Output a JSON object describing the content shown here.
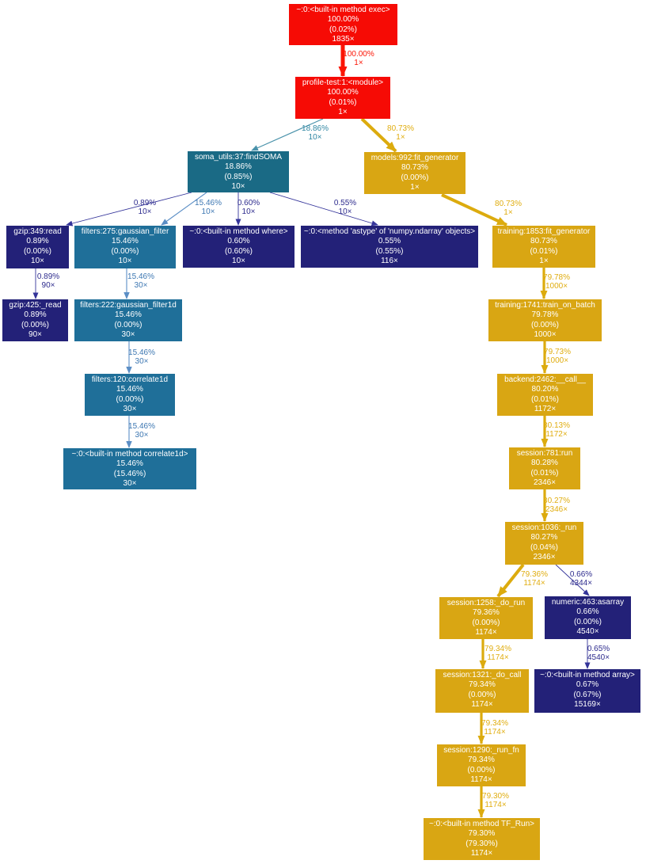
{
  "diagram_type": "profiler-call-graph",
  "colors": {
    "hot_red": "#f60b05",
    "gold": "#d9a613",
    "teal": "#1a6a85",
    "steel_blue": "#1f6f99",
    "navy": "#232178",
    "background": "#ffffff"
  },
  "nodes": [
    {
      "id": "exec",
      "name": "~:0:<built-in method exec>",
      "total": "100.00%",
      "self": "(0.02%)",
      "calls": "1835×"
    },
    {
      "id": "module",
      "name": "profile-test:1:<module>",
      "total": "100.00%",
      "self": "(0.01%)",
      "calls": "1×"
    },
    {
      "id": "findsoma",
      "name": "soma_utils:37:findSOMA",
      "total": "18.86%",
      "self": "(0.85%)",
      "calls": "10×"
    },
    {
      "id": "models992",
      "name": "models:992:fit_generator",
      "total": "80.73%",
      "self": "(0.00%)",
      "calls": "1×"
    },
    {
      "id": "gzip349",
      "name": "gzip:349:read",
      "total": "0.89%",
      "self": "(0.00%)",
      "calls": "10×"
    },
    {
      "id": "filters275",
      "name": "filters:275:gaussian_filter",
      "total": "15.46%",
      "self": "(0.00%)",
      "calls": "10×"
    },
    {
      "id": "where",
      "name": "~:0:<built-in method where>",
      "total": "0.60%",
      "self": "(0.60%)",
      "calls": "10×"
    },
    {
      "id": "astype",
      "name": "~:0:<method 'astype' of 'numpy.ndarray' objects>",
      "total": "0.55%",
      "self": "(0.55%)",
      "calls": "116×"
    },
    {
      "id": "training1853",
      "name": "training:1853:fit_generator",
      "total": "80.73%",
      "self": "(0.01%)",
      "calls": "1×"
    },
    {
      "id": "gzip425",
      "name": "gzip:425:_read",
      "total": "0.89%",
      "self": "(0.00%)",
      "calls": "90×"
    },
    {
      "id": "filters222",
      "name": "filters:222:gaussian_filter1d",
      "total": "15.46%",
      "self": "(0.00%)",
      "calls": "30×"
    },
    {
      "id": "training1741",
      "name": "training:1741:train_on_batch",
      "total": "79.78%",
      "self": "(0.00%)",
      "calls": "1000×"
    },
    {
      "id": "filters120",
      "name": "filters:120:correlate1d",
      "total": "15.46%",
      "self": "(0.00%)",
      "calls": "30×"
    },
    {
      "id": "backend2462",
      "name": "backend:2462:__call__",
      "total": "80.20%",
      "self": "(0.01%)",
      "calls": "1172×"
    },
    {
      "id": "correlate1d",
      "name": "~:0:<built-in method correlate1d>",
      "total": "15.46%",
      "self": "(15.46%)",
      "calls": "30×"
    },
    {
      "id": "session781",
      "name": "session:781:run",
      "total": "80.28%",
      "self": "(0.01%)",
      "calls": "2346×"
    },
    {
      "id": "session1036",
      "name": "session:1036:_run",
      "total": "80.27%",
      "self": "(0.04%)",
      "calls": "2346×"
    },
    {
      "id": "session1258",
      "name": "session:1258:_do_run",
      "total": "79.36%",
      "self": "(0.00%)",
      "calls": "1174×"
    },
    {
      "id": "asarray",
      "name": "numeric:463:asarray",
      "total": "0.66%",
      "self": "(0.00%)",
      "calls": "4540×"
    },
    {
      "id": "session1321",
      "name": "session:1321:_do_call",
      "total": "79.34%",
      "self": "(0.00%)",
      "calls": "1174×"
    },
    {
      "id": "array",
      "name": "~:0:<built-in method array>",
      "total": "0.67%",
      "self": "(0.67%)",
      "calls": "15169×"
    },
    {
      "id": "session1290",
      "name": "session:1290:_run_fn",
      "total": "79.34%",
      "self": "(0.00%)",
      "calls": "1174×"
    },
    {
      "id": "tfrun",
      "name": "~:0:<built-in method TF_Run>",
      "total": "79.30%",
      "self": "(79.30%)",
      "calls": "1174×"
    }
  ],
  "edges": [
    {
      "from": "exec",
      "to": "module",
      "pct": "100.00%",
      "calls": "1×"
    },
    {
      "from": "module",
      "to": "findsoma",
      "pct": "18.86%",
      "calls": "10×"
    },
    {
      "from": "module",
      "to": "models992",
      "pct": "80.73%",
      "calls": "1×"
    },
    {
      "from": "findsoma",
      "to": "gzip349",
      "pct": "0.89%",
      "calls": "10×"
    },
    {
      "from": "findsoma",
      "to": "filters275",
      "pct": "15.46%",
      "calls": "10×"
    },
    {
      "from": "findsoma",
      "to": "where",
      "pct": "0.60%",
      "calls": "10×"
    },
    {
      "from": "findsoma",
      "to": "astype",
      "pct": "0.55%",
      "calls": "10×"
    },
    {
      "from": "models992",
      "to": "training1853",
      "pct": "80.73%",
      "calls": "1×"
    },
    {
      "from": "gzip349",
      "to": "gzip425",
      "pct": "0.89%",
      "calls": "90×"
    },
    {
      "from": "filters275",
      "to": "filters222",
      "pct": "15.46%",
      "calls": "30×"
    },
    {
      "from": "filters222",
      "to": "filters120",
      "pct": "15.46%",
      "calls": "30×"
    },
    {
      "from": "filters120",
      "to": "correlate1d",
      "pct": "15.46%",
      "calls": "30×"
    },
    {
      "from": "training1853",
      "to": "training1741",
      "pct": "79.78%",
      "calls": "1000×"
    },
    {
      "from": "training1741",
      "to": "backend2462",
      "pct": "79.73%",
      "calls": "1000×"
    },
    {
      "from": "backend2462",
      "to": "session781",
      "pct": "80.13%",
      "calls": "1172×"
    },
    {
      "from": "session781",
      "to": "session1036",
      "pct": "80.27%",
      "calls": "2346×"
    },
    {
      "from": "session1036",
      "to": "session1258",
      "pct": "79.36%",
      "calls": "1174×"
    },
    {
      "from": "session1036",
      "to": "asarray",
      "pct": "0.66%",
      "calls": "4344×"
    },
    {
      "from": "session1258",
      "to": "session1321",
      "pct": "79.34%",
      "calls": "1174×"
    },
    {
      "from": "asarray",
      "to": "array",
      "pct": "0.65%",
      "calls": "4540×"
    },
    {
      "from": "session1321",
      "to": "session1290",
      "pct": "79.34%",
      "calls": "1174×"
    },
    {
      "from": "session1290",
      "to": "tfrun",
      "pct": "79.30%",
      "calls": "1174×"
    }
  ]
}
